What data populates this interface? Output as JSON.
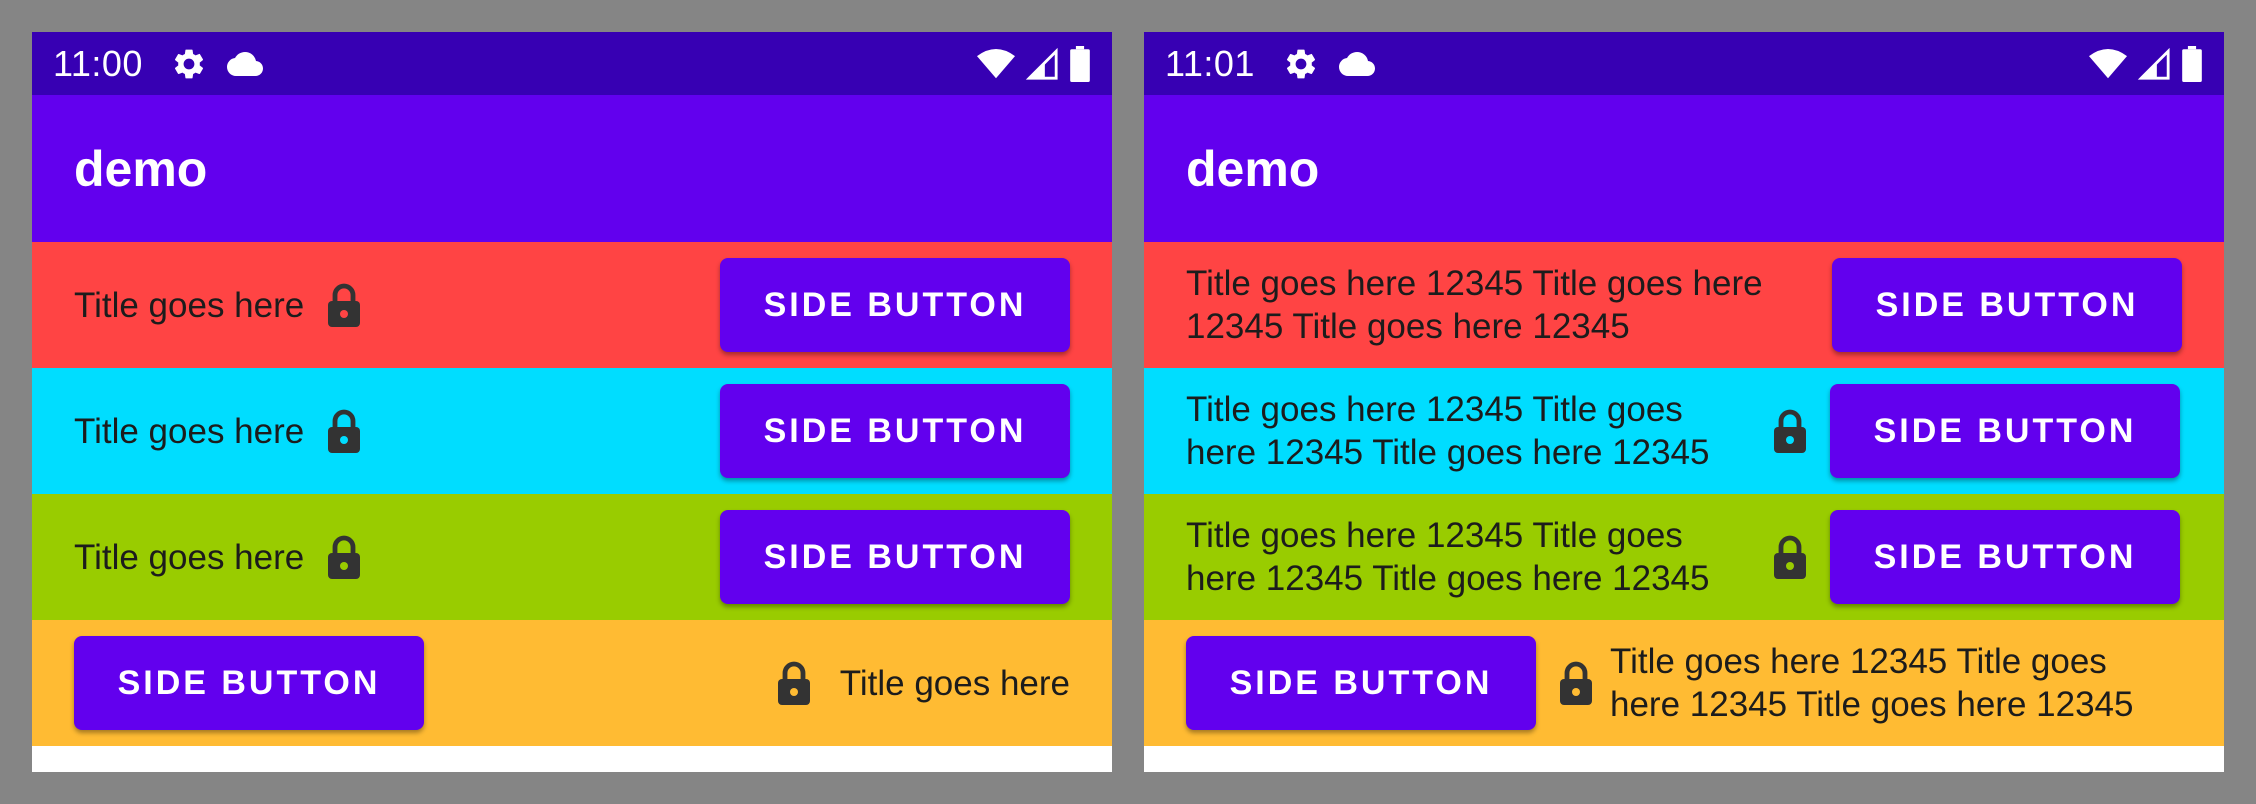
{
  "screens": [
    {
      "status_time": "11:00",
      "app_title": "demo",
      "rows": [
        {
          "title": "Title goes here",
          "button": "SIDE BUTTON"
        },
        {
          "title": "Title goes here",
          "button": "SIDE BUTTON"
        },
        {
          "title": "Title goes here",
          "button": "SIDE BUTTON"
        },
        {
          "title": "Title goes here",
          "button": "SIDE BUTTON"
        }
      ]
    },
    {
      "status_time": "11:01",
      "app_title": "demo",
      "rows": [
        {
          "title": "Title goes here 12345 Title goes here 12345 Title goes here 12345",
          "button": "SIDE BUTTON"
        },
        {
          "title": "Title goes here 12345 Title goes here 12345 Title goes here 12345",
          "button": "SIDE BUTTON"
        },
        {
          "title": "Title goes here 12345 Title goes here 12345 Title goes here 12345",
          "button": "SIDE BUTTON"
        },
        {
          "title": "Title goes here 12345 Title goes here 12345 Title goes here 12345",
          "button": "SIDE BUTTON"
        }
      ]
    }
  ],
  "colors": {
    "status_bar": "#3700b3",
    "app_bar": "#6200ee",
    "button": "#6200ee",
    "row_red": "#ff4444",
    "row_cyan": "#00ddff",
    "row_green": "#99cc00",
    "row_orange": "#ffbb33"
  },
  "icons": {
    "status_left": [
      "gear-icon",
      "cloud-icon"
    ],
    "status_right": [
      "wifi-icon",
      "cell-signal-icon",
      "battery-icon"
    ],
    "row": "lock-icon"
  }
}
